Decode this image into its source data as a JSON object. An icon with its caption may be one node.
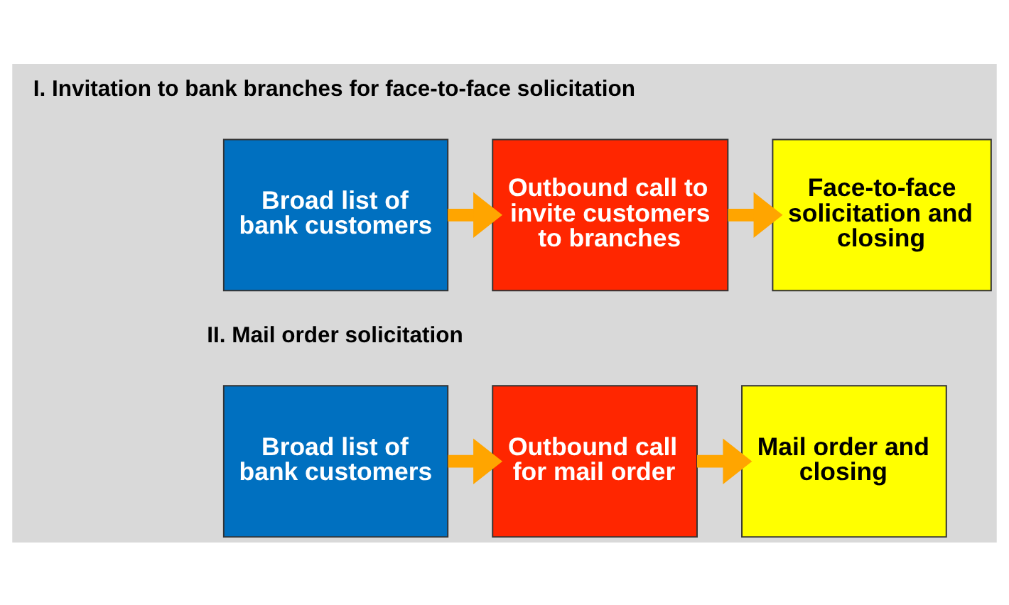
{
  "diagram": {
    "nodes": [
      {
        "text": [
          "Broad list of bank customers"
        ]
      },
      {
        "text": [
          "Outbound call to invite customers to branches"
        ]
      },
      {
        "text": [
          "Face-to-face solicitation and closing"
        ]
      },
      {
        "text": [
          "Broad list of bank customers"
        ]
      },
      {
        "text": [
          "Outbound call for mail order"
        ]
      },
      {
        "text": [
          "Mail order and closing"
        ]
      }
    ],
    "edges": [
      {
        "from": 0,
        "to": 1,
        "arrow": "to"
      },
      {
        "from": 1,
        "to": 2,
        "arrow": "to"
      },
      {
        "from": 3,
        "to": 4,
        "arrow": "to"
      },
      {
        "from": 4,
        "to": 5,
        "arrow": "to"
      }
    ],
    "labels": [
      "I. Invitation to bank branches for face-to-face solicitation",
      "II. Mail order solicitation"
    ]
  }
}
